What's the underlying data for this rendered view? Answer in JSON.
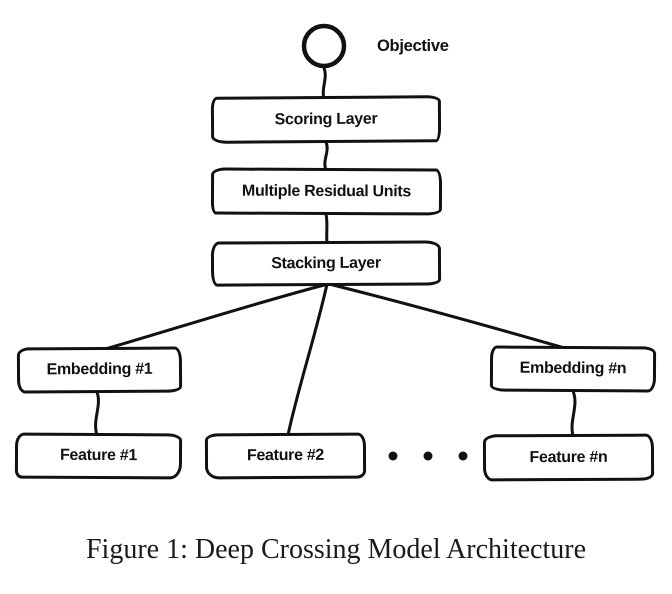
{
  "figure": {
    "caption": "Figure 1: Deep Crossing Model Architecture",
    "nodes": {
      "objective": "Objective",
      "scoring": "Scoring Layer",
      "residual": "Multiple Residual Units",
      "stacking": "Stacking Layer",
      "embedding_1": "Embedding #1",
      "embedding_n": "Embedding #n",
      "feature_1": "Feature #1",
      "feature_2": "Feature #2",
      "feature_n": "Feature #n"
    },
    "icons": {
      "objective_node": "circle-node-icon",
      "ellipsis": "ellipsis-dots-icon"
    },
    "colors": {
      "ink": "#111111",
      "background": "#ffffff"
    }
  }
}
